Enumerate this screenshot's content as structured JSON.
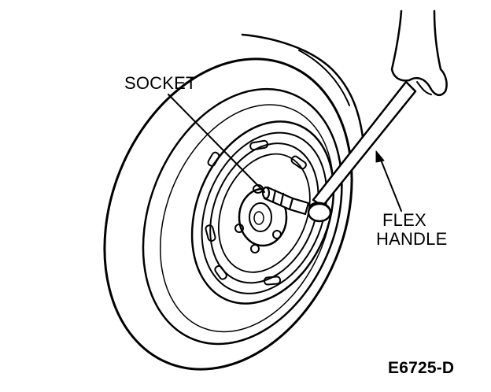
{
  "diagram": {
    "labels": {
      "socket": "SOCKET",
      "flex_line1": "FLEX",
      "flex_line2": "HANDLE"
    },
    "figure_code": "E6725-D"
  },
  "colors": {
    "ink": "#000000",
    "paper": "#ffffff"
  }
}
